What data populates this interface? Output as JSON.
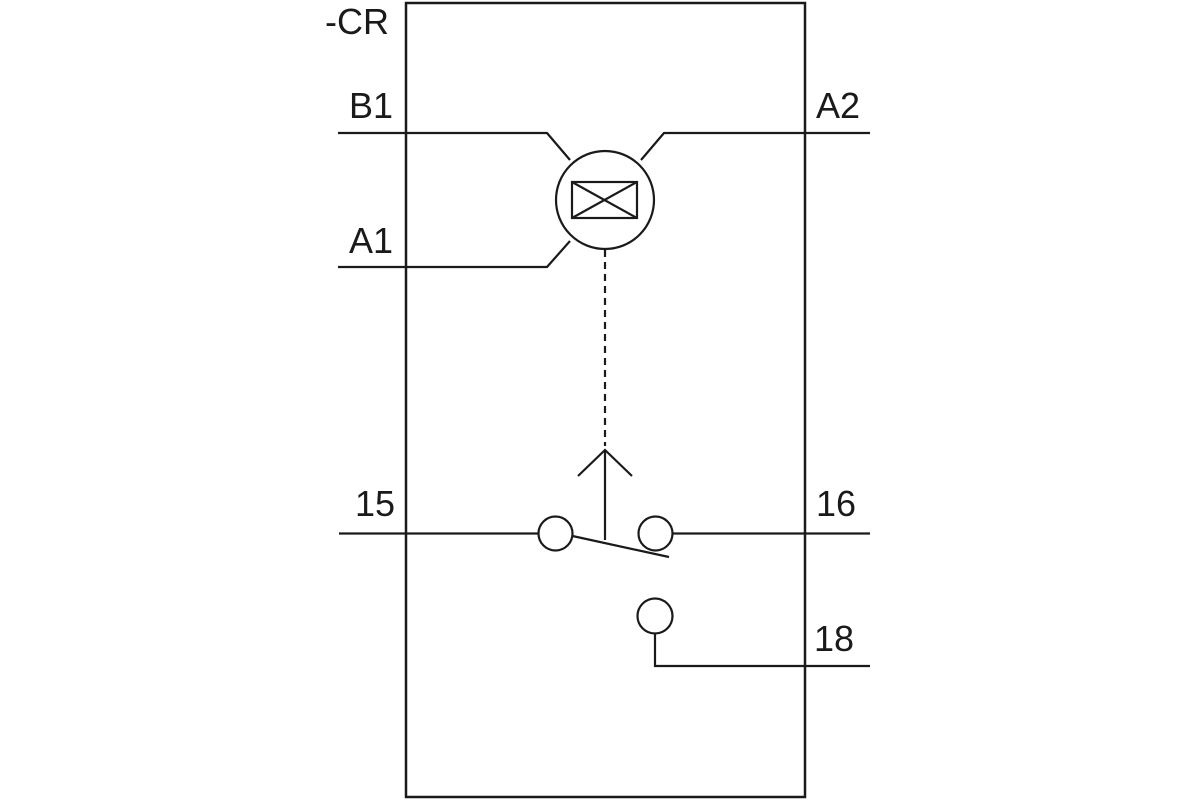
{
  "schematic": {
    "component_ref": "-CR",
    "coil": {
      "top_left_terminal": "B1",
      "bottom_left_terminal": "A1",
      "top_right_terminal": "A2"
    },
    "contacts": {
      "common_terminal": "15",
      "normally_closed_terminal": "16",
      "normally_open_terminal": "18"
    },
    "colors": {
      "line": "#1a1a1a",
      "background": "#ffffff"
    }
  }
}
